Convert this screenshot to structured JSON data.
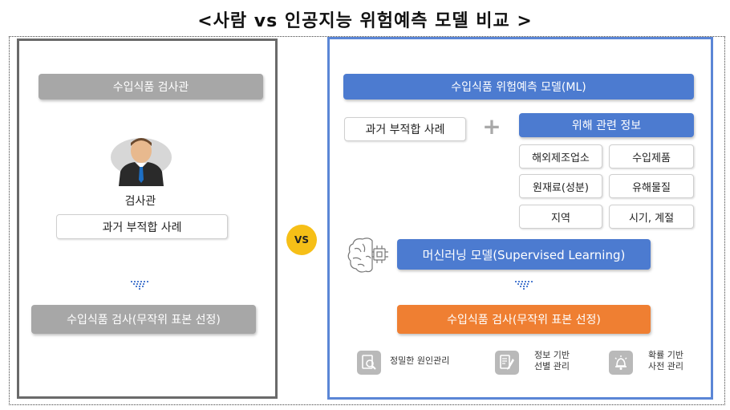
{
  "title": "<사람 vs 인공지능 위험예측 모델 비교 >",
  "left": {
    "header": "수입식품 검사관",
    "person_label": "검사관",
    "history_box": "과거 부적합 사례",
    "result": "수입식품 검사(무작위 표본 선정)"
  },
  "vs_label": "VS",
  "right": {
    "header": "수입식품 위험예측 모델(ML)",
    "history_box": "과거 부적합 사례",
    "plus_symbol": "+",
    "risk_header": "위해 관련 정보",
    "risk_items": [
      "해외제조업소",
      "수입제품",
      "원재료(성분)",
      "유해물질",
      "지역",
      "시기, 계절"
    ],
    "ml_model": "머신러닝 모델(Supervised Learning)",
    "result": "수입식품 검사(무작위 표본 선정)",
    "features": [
      {
        "icon": "magnifier-document-icon",
        "line1": "정밀한 원인관리",
        "line2": ""
      },
      {
        "icon": "document-pen-icon",
        "line1": "정보 기반",
        "line2": "선별 관리"
      },
      {
        "icon": "alarm-bell-icon",
        "line1": "확률 기반",
        "line2": "사전 관리"
      }
    ]
  },
  "colors": {
    "gray": "#a7a7a7",
    "blue": "#4c7bd0",
    "orange": "#ef7f32",
    "vs_yellow": "#f6bf17"
  }
}
